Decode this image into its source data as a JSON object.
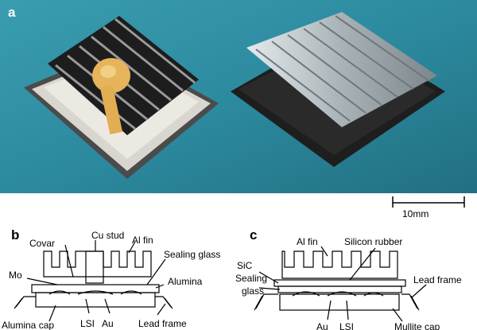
{
  "panels": {
    "a": {
      "letter": "a"
    },
    "b": {
      "letter": "b"
    },
    "c": {
      "letter": "c"
    }
  },
  "scale_bar": {
    "label": "10mm"
  },
  "diagram_b": {
    "labels": {
      "cu_stud": "Cu stud",
      "covar": "Covar",
      "al_fin": "Al fin",
      "sealing_glass": "Sealing glass",
      "mo": "Mo",
      "alumina": "Alumina",
      "alumina_cap": "Alumina cap",
      "lsi": "LSI",
      "au": "Au",
      "lead_frame": "Lead frame"
    }
  },
  "diagram_c": {
    "labels": {
      "al_fin": "Al fin",
      "silicon_rubber": "Silicon rubber",
      "sic": "SiC",
      "sealing": "Sealing",
      "glass": "glass",
      "lead_frame": "Lead frame",
      "au": "Au",
      "lsi": "LSI",
      "mullite_cap": "Mullite cap"
    }
  },
  "colors": {
    "photo_bg": "#2f8fa3",
    "fin_dark": "#1c1c1c",
    "fin_silver": "#b9c2c6",
    "cu_stud": "#e6b45a",
    "ceramic": "#e9e6df"
  }
}
